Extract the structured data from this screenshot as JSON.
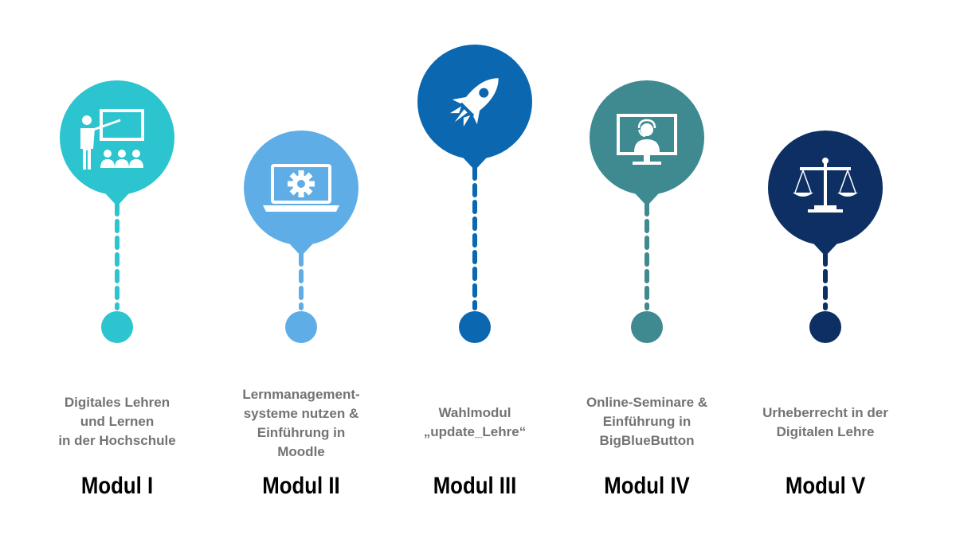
{
  "modules": [
    {
      "title": "Modul I",
      "description": "Digitales Lehren\nund Lernen\nin der Hochschule",
      "color": "#2BC4CF",
      "icon": "presentation-teacher-icon"
    },
    {
      "title": "Modul II",
      "description": "Lernmanagement-\nsysteme nutzen &\nEinführung in\nMoodle",
      "color": "#5FADE6",
      "icon": "laptop-gear-icon"
    },
    {
      "title": "Modul III",
      "description": "Wahlmodul\n„update_Lehre“",
      "color": "#0A67B0",
      "icon": "rocket-icon"
    },
    {
      "title": "Modul IV",
      "description": "Online-Seminare &\nEinführung in\nBigBlueButton",
      "color": "#3E8A90",
      "icon": "monitor-headset-icon"
    },
    {
      "title": "Modul V",
      "description": "Urheberrecht in der\nDigitalen Lehre",
      "color": "#0D2F63",
      "icon": "scales-icon"
    }
  ]
}
